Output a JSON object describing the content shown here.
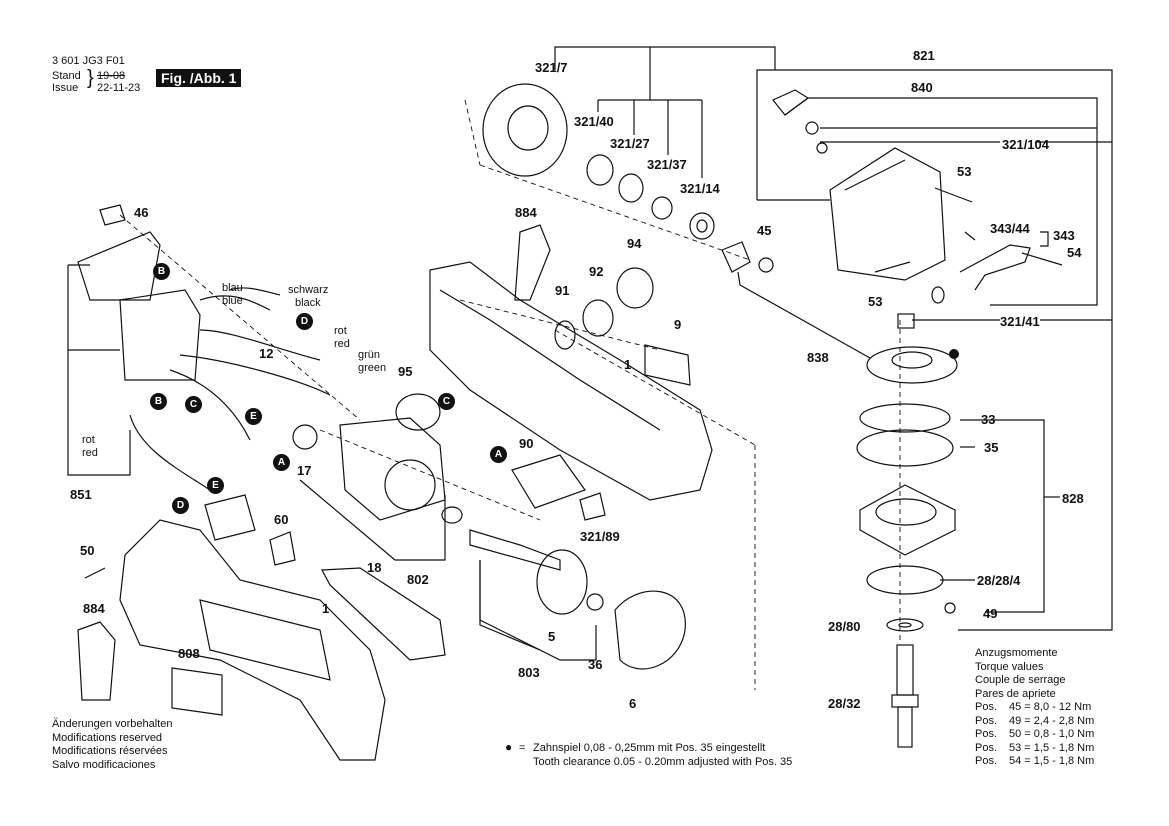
{
  "header": {
    "doc_number": "3 601 JG3 F01",
    "stand_label": "Stand",
    "stand_value": "19-08",
    "issue_label": "Issue",
    "issue_value": "22-11-23",
    "figure_label": "Fig. /Abb. 1"
  },
  "parts": {
    "p321_7": "321/7",
    "p321_40": "321/40",
    "p321_27": "321/27",
    "p321_37": "321/37",
    "p321_14": "321/14",
    "p821": "821",
    "p840": "840",
    "p321_104": "321/104",
    "p53a": "53",
    "p53b": "53",
    "p343_44": "343/44",
    "p343": "343",
    "p54": "54",
    "p321_41": "321/41",
    "p838": "838",
    "p33": "33",
    "p35": "35",
    "p828": "828",
    "p28_28_4": "28/28/4",
    "p49": "49",
    "p28_80": "28/80",
    "p28_32": "28/32",
    "p46": "46",
    "p884a": "884",
    "p884b": "884",
    "p94": "94",
    "p92": "92",
    "p91": "91",
    "p9": "9",
    "p45": "45",
    "p1a": "1",
    "p1b": "1",
    "p12": "12",
    "p95": "95",
    "p17": "17",
    "p90": "90",
    "p321_89": "321/89",
    "p851": "851",
    "p60": "60",
    "p50": "50",
    "p802": "802",
    "p18": "18",
    "p808": "808",
    "p5": "5",
    "p36": "36",
    "p803": "803",
    "p6": "6"
  },
  "wires": {
    "blau": "blau",
    "blue": "blue",
    "schwarz": "schwarz",
    "black": "black",
    "rot1": "rot",
    "red1": "red",
    "gruen": "grün",
    "green": "green",
    "rot2": "rot",
    "red2": "red"
  },
  "badges": {
    "a": "A",
    "b": "B",
    "c": "C",
    "d": "D",
    "e": "E"
  },
  "notes": {
    "modifications": [
      "Änderungen vorbehalten",
      "Modifications reserved",
      "Modifications réservées",
      "Salvo modificaciones"
    ],
    "bullet_symbol": "●",
    "equals": "=",
    "tooth_de": "Zahnspiel 0,08 - 0,25mm mit Pos. 35 eingestellt",
    "tooth_en": "Tooth clearance 0.05 - 0.20mm adjusted with Pos. 35",
    "torque_title": [
      "Anzugsmomente",
      "Torque values",
      "Couple de serrage",
      "Pares de apriete"
    ],
    "torque_rows": [
      {
        "pos": "Pos.",
        "value": "45 = 8,0 - 12  Nm"
      },
      {
        "pos": "Pos.",
        "value": "49 = 2,4 - 2,8 Nm"
      },
      {
        "pos": "Pos.",
        "value": "50 = 0,8 - 1,0 Nm"
      },
      {
        "pos": "Pos.",
        "value": "53 = 1,5 - 1,8 Nm"
      },
      {
        "pos": "Pos.",
        "value": "54 = 1,5 - 1,8 Nm"
      }
    ]
  }
}
